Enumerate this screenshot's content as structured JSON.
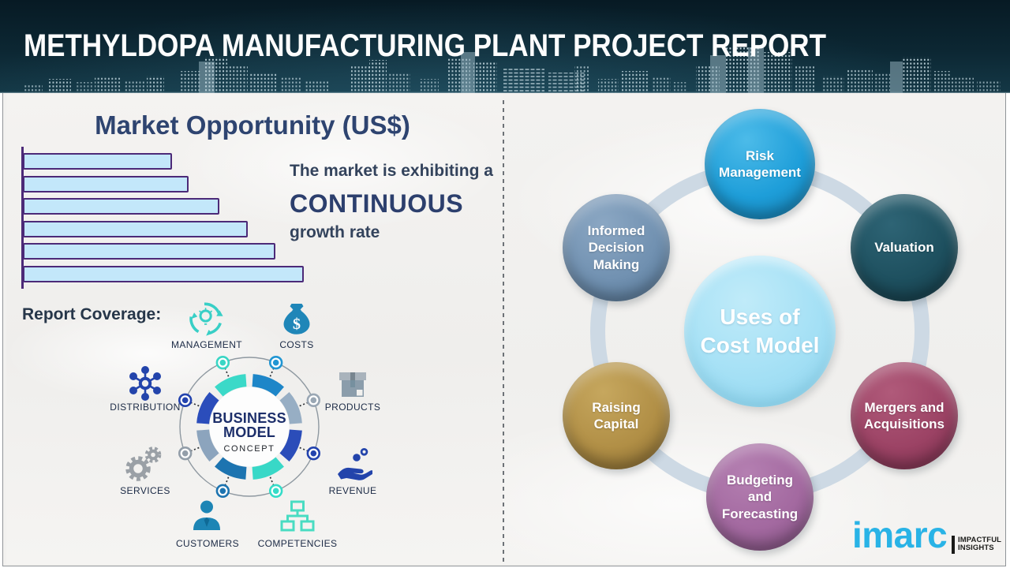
{
  "header": {
    "title": "METHYLDOPA MANUFACTURING PLANT PROJECT REPORT"
  },
  "market": {
    "title": "Market Opportunity (US$)",
    "note": {
      "line1": "The market is exhibiting a",
      "highlight": "CONTINUOUS",
      "line2": "growth rate"
    }
  },
  "chart_data": {
    "type": "bar",
    "orientation": "horizontal",
    "title": "Market Opportunity (US$)",
    "values_pct_of_max": [
      53,
      59,
      70,
      80,
      90,
      100
    ],
    "axis_labels_shown": false,
    "bar_fill": "#c3e7fa",
    "bar_border": "#4c2a78",
    "annotation": "The market is exhibiting a CONTINUOUS growth rate"
  },
  "report_coverage": {
    "heading": "Report Coverage:",
    "center": {
      "title_line1": "BUSINESS",
      "title_line2": "MODEL",
      "subtitle": "CONCEPT"
    },
    "items": [
      {
        "label": "MANAGEMENT",
        "icon": "management-cycle-icon",
        "color": "#3ecfc5"
      },
      {
        "label": "COSTS",
        "icon": "money-bag-icon",
        "color": "#1f86b8"
      },
      {
        "label": "DISTRIBUTION",
        "icon": "network-icon",
        "color": "#2344ab"
      },
      {
        "label": "PRODUCTS",
        "icon": "box-icon",
        "color": "#97a3ad"
      },
      {
        "label": "SERVICES",
        "icon": "gears-icon",
        "color": "#9aa0a6"
      },
      {
        "label": "REVENUE",
        "icon": "hand-coins-icon",
        "color": "#2344ab"
      },
      {
        "label": "CUSTOMERS",
        "icon": "person-icon",
        "color": "#1d85b5"
      },
      {
        "label": "COMPETENCIES",
        "icon": "org-chart-icon",
        "color": "#49dcc2"
      }
    ]
  },
  "uses_of_cost_model": {
    "center": {
      "line1": "Uses of",
      "line2": "Cost Model",
      "color": "#a3dff4"
    },
    "satellites": [
      {
        "label": "Risk Management",
        "color": "#1e9ed9",
        "position": "top"
      },
      {
        "label": "Valuation",
        "color": "#1e505f",
        "position": "upper-right"
      },
      {
        "label": "Mergers and Acquisitions",
        "color": "#9c4365",
        "position": "lower-right"
      },
      {
        "label": "Budgeting and Forecasting",
        "color": "#a369a0",
        "position": "bottom"
      },
      {
        "label": "Raising Capital",
        "color": "#b18f46",
        "position": "lower-left"
      },
      {
        "label": "Informed Decision Making",
        "color": "#7191b1",
        "position": "upper-left"
      }
    ]
  },
  "branding": {
    "logo": "imarc",
    "tagline_line1": "IMPACTFUL",
    "tagline_line2": "INSIGHTS",
    "logo_color": "#29b3e6"
  }
}
